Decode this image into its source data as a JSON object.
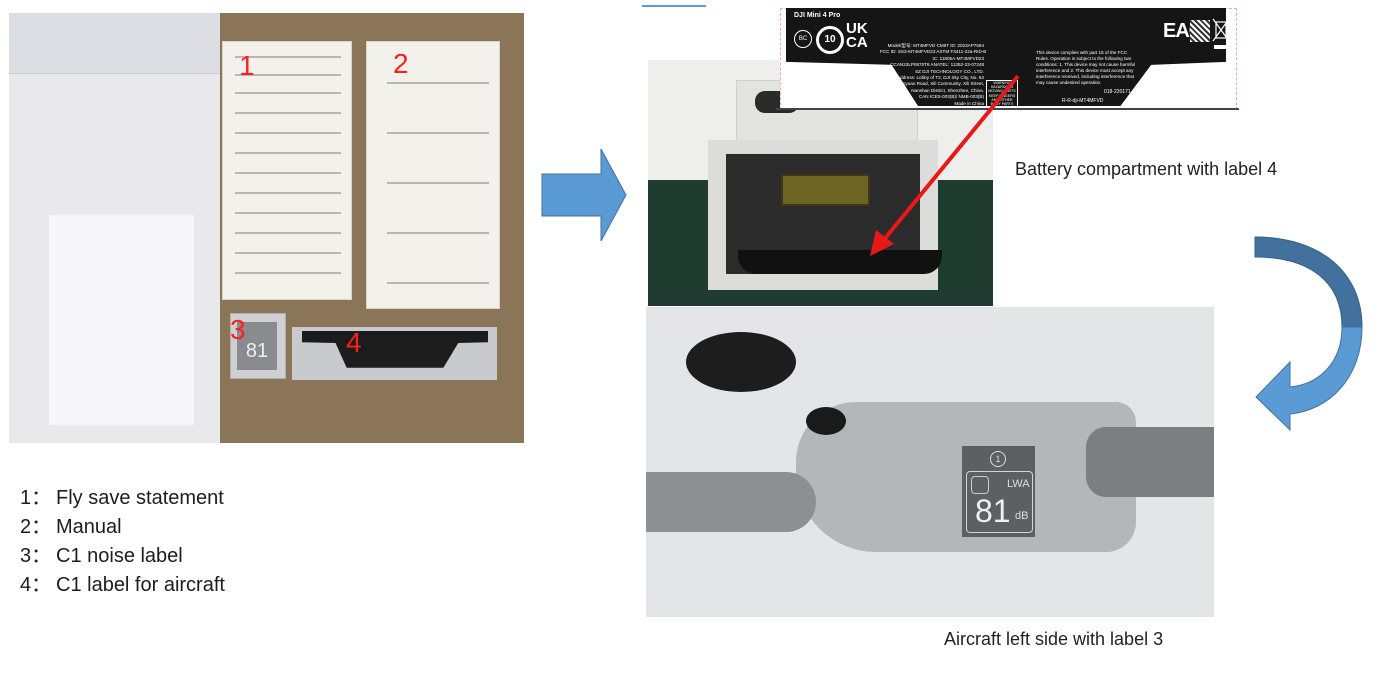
{
  "kit_photo": {
    "labels": [
      "1",
      "2",
      "3",
      "4"
    ],
    "noise_sticker_value": "81",
    "noise_sticker_unit": "dB",
    "label4_marks": [
      "UK",
      "CA"
    ]
  },
  "legend": {
    "items": [
      {
        "num": "1：",
        "text": "Fly save statement"
      },
      {
        "num": "2：",
        "text": "Manual"
      },
      {
        "num": "3：",
        "text": "C1 noise label"
      },
      {
        "num": "4：",
        "text": "C1 label for aircraft"
      }
    ]
  },
  "label4_print": {
    "brand": "DJI Mini 4 Pro",
    "marks": {
      "bc": "BC",
      "class_mark": "10",
      "ukca": "UK CA",
      "eac": "EAC"
    },
    "model_lines": [
      "Model/型号: MT4MFVD   CMIIT ID: 2023AP7594",
      "FCC ID: SS3-MT4MFVD23 ASTM F3411-22a-RID-B",
      "IC: 11805A-MT4MFVD23",
      "CCAN23LP0670T6 ANATEL: 11352-23-07248",
      "SZ DJI TECHNOLOGY CO., LTD.",
      "Address: Lobby of T2, DJI Sky City, No. 53",
      "Xianyuan Road, Xili Community, Xili Street,",
      "Nanshan District, Shenzhen, China.",
      "CAN ICES-003(B)/ NMB-003(B)",
      "Made in China"
    ],
    "warning": "WARNING HAZARDOUS MOVING PARTS KEEP FINGERS AND OTHER BODY PARTS AWAY",
    "fcc_lines": [
      "This device complies with part 15 of the FCC",
      "Rules. Operation is subject to the following two",
      "conditions: 1. This device may not cause harmful",
      "interference and 2. This device must accept any",
      "interference received, including interference that",
      "may cause undesired operation."
    ],
    "kc_code": "R-R-dji-MT4MFVD",
    "cert_code": "018-230171"
  },
  "captions": {
    "battery": "Battery compartment with label 4",
    "drone": "Aircraft left side with label 3"
  },
  "noise_label": {
    "class": "1",
    "metric": "LWA",
    "value": "81",
    "unit": "dB"
  },
  "colors": {
    "arrow_blue": "#5b9bd5",
    "arrow_dark_blue": "#41719c",
    "red_marker": "#ff1f1f",
    "red_arrow": "#e81818"
  }
}
